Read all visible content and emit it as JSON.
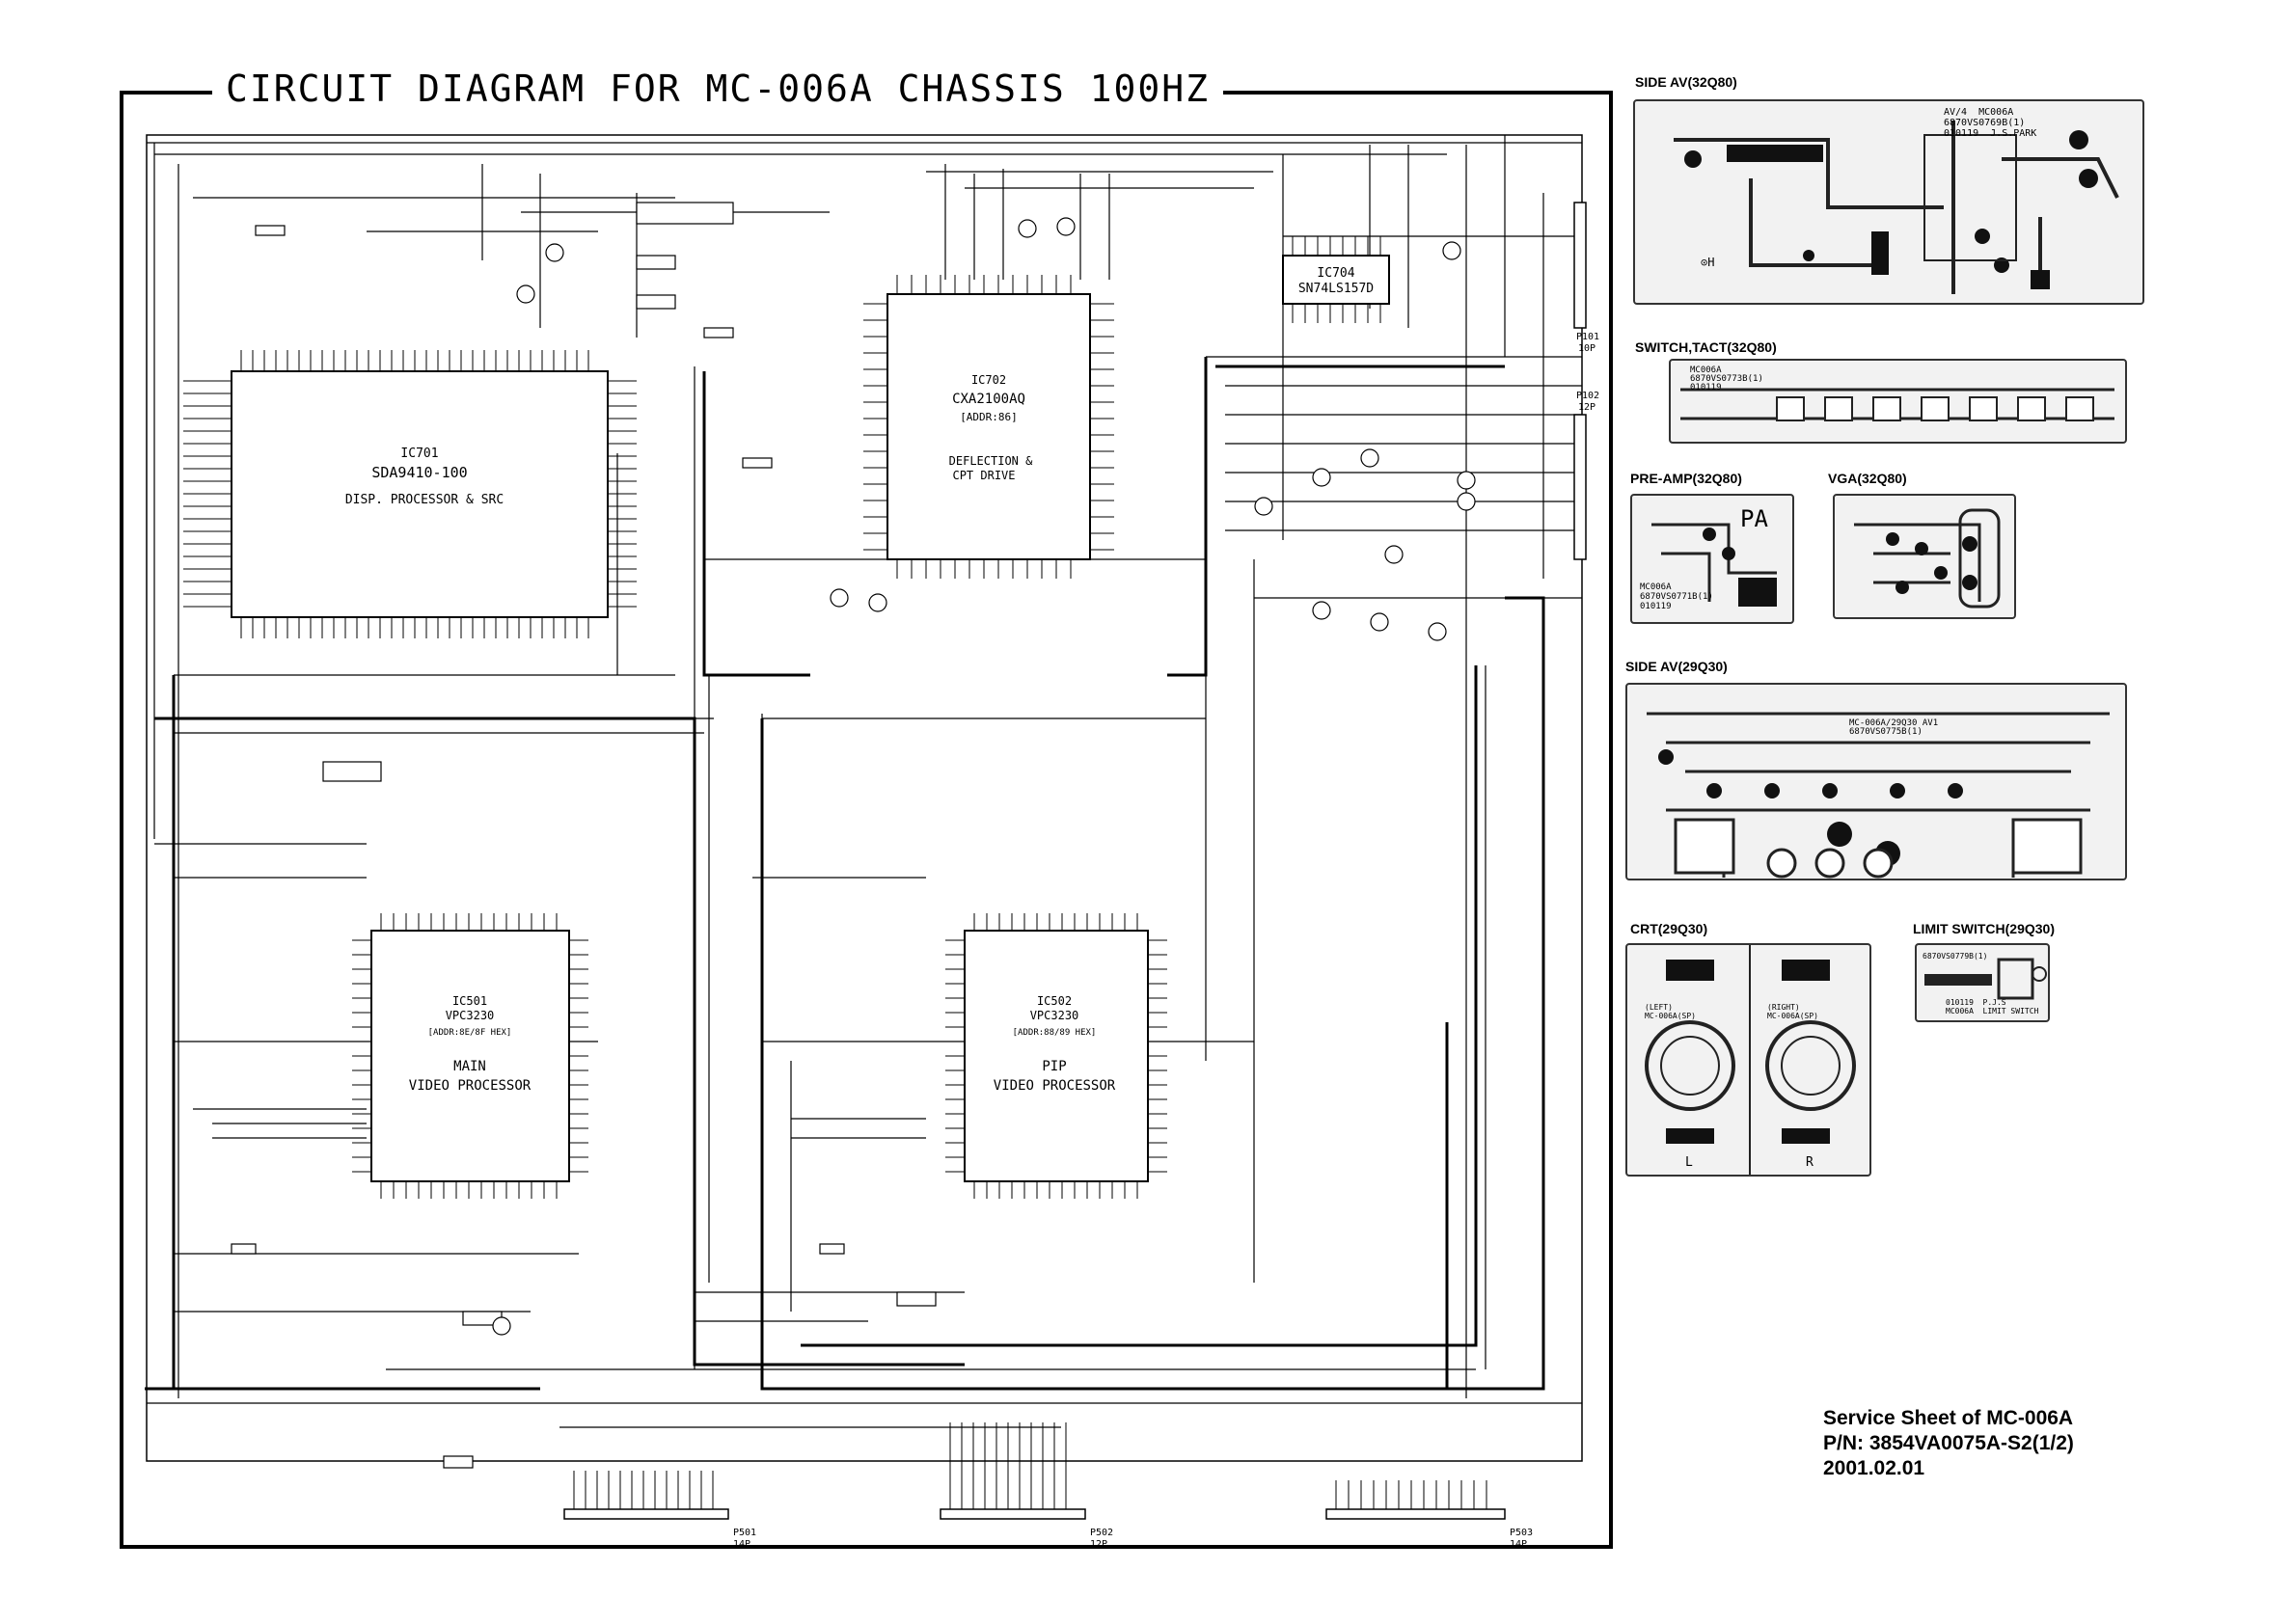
{
  "diagram": {
    "title": "CIRCUIT DIAGRAM FOR MC-006A CHASSIS 100HZ",
    "chips": {
      "ic701": {
        "ref": "IC701",
        "part": "SDA9410-100",
        "desc": "DISP. PROCESSOR & SRC"
      },
      "ic702": {
        "ref": "IC702",
        "part": "CXA2100AQ",
        "addr": "[ADDR:86]",
        "desc1": "DEFLECTION &",
        "desc2": "CPT DRIVE"
      },
      "ic704": {
        "ref": "IC704",
        "part": "SN74LS157D"
      },
      "ic501": {
        "ref": "IC501",
        "part": "VPC3230",
        "addr": "[ADDR:8E/8F HEX]",
        "desc1": "MAIN",
        "desc2": "VIDEO PROCESSOR"
      },
      "ic502": {
        "ref": "IC502",
        "part": "VPC3230",
        "addr": "[ADDR:88/89 HEX]",
        "desc1": "PIP",
        "desc2": "VIDEO PROCESSOR"
      }
    },
    "connectors": {
      "p101": {
        "ref": "P101",
        "pins": "10P"
      },
      "p102": {
        "ref": "P102",
        "pins": "12P"
      },
      "p501": {
        "ref": "P501",
        "pins": "14P"
      },
      "p502": {
        "ref": "P502",
        "pins": "12P"
      },
      "p503": {
        "ref": "P503",
        "pins": "14P"
      }
    }
  },
  "boards": {
    "side_av_32": {
      "title": "SIDE AV(32Q80)",
      "text": "AV/4  MC006A\n6870VS0769B(1)\n010119  J.S.PARK",
      "mark": "⊙H"
    },
    "switch_tact": {
      "title": "SWITCH,TACT(32Q80)",
      "text": "MC006A\n6870VS0773B(1)\n010119"
    },
    "pre_amp": {
      "title": "PRE-AMP(32Q80)",
      "mark": "PA",
      "text": "MC006A\n6870VS0771B(1)\n010119"
    },
    "vga": {
      "title": "VGA(32Q80)"
    },
    "side_av_29": {
      "title": "SIDE AV(29Q30)",
      "text": "MC-006A/29Q30 AV1\n6870VS0775B(1)"
    },
    "crt": {
      "title": "CRT(29Q30)",
      "left_label": "L",
      "right_label": "R",
      "left_text": "(LEFT)\nMC-006A(SP)",
      "right_text": "(RIGHT)\nMC-006A(SP)"
    },
    "limit_switch": {
      "title": "LIMIT SWITCH(29Q30)",
      "text": "6870VS0779B(1)",
      "text2": "010119  P.J.S\nMC006A  LIMIT SWITCH"
    }
  },
  "service": {
    "line1": "Service Sheet of MC-006A",
    "line2": "P/N: 3854VA0075A-S2(1/2)",
    "line3": "2001.02.01"
  }
}
